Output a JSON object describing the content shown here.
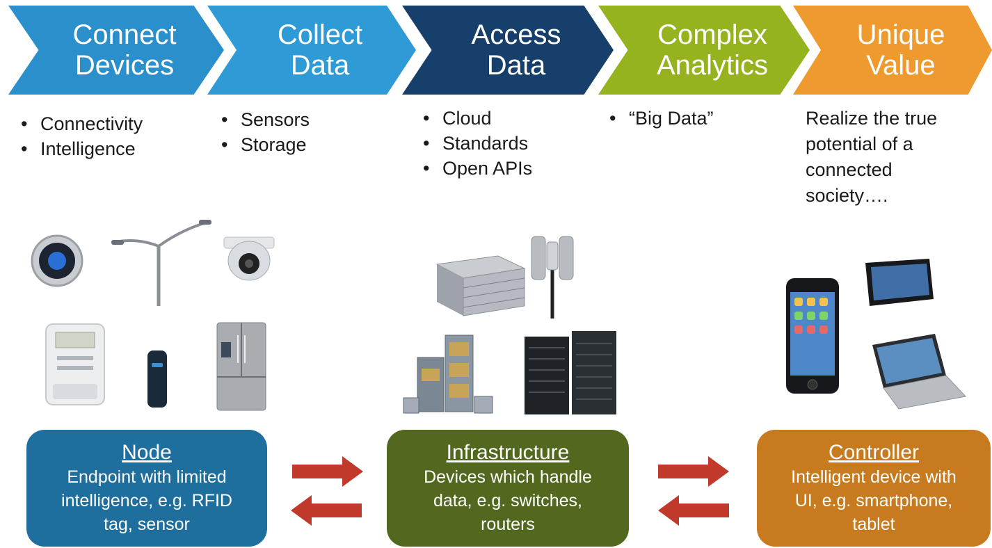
{
  "stages": [
    {
      "line1": "Connect",
      "line2": "Devices",
      "color": "#2b8fcb"
    },
    {
      "line1": "Collect",
      "line2": "Data",
      "color": "#2f9bd6"
    },
    {
      "line1": "Access",
      "line2": "Data",
      "color": "#173f6b"
    },
    {
      "line1": "Complex",
      "line2": "Analytics",
      "color": "#94b31f"
    },
    {
      "line1": "Unique",
      "line2": "Value",
      "color": "#ef9a2e"
    }
  ],
  "bullets": {
    "connect": [
      "Connectivity",
      "Intelligence"
    ],
    "collect": [
      "Sensors",
      "Storage"
    ],
    "access": [
      "Cloud",
      "Standards",
      "Open APIs"
    ],
    "analytics": [
      "“Big Data”"
    ]
  },
  "value_text": [
    "Realize the true",
    "potential of a",
    "connected",
    "society…."
  ],
  "boxes": {
    "node": {
      "title": "Node",
      "lines": [
        "Endpoint with limited",
        "intelligence, e.g. RFID",
        "tag, sensor"
      ],
      "color": "#1f6f9e"
    },
    "infrastructure": {
      "title": "Infrastructure",
      "lines": [
        "Devices which handle",
        "data, e.g. switches,",
        "routers"
      ],
      "color": "#52681f"
    },
    "controller": {
      "title": "Controller",
      "lines": [
        "Intelligent device with",
        "UI, e.g. smartphone,",
        "tablet"
      ],
      "color": "#c77a1e"
    }
  },
  "arrow_color": "#c0392b",
  "icons": [
    "thermostat-icon",
    "street-light-icon",
    "security-camera-icon",
    "smart-meter-icon",
    "sensor-device-icon",
    "refrigerator-icon",
    "network-switch-icon",
    "antenna-tower-icon",
    "network-chassis-icon",
    "server-rack-icon",
    "smartphone-icon",
    "tablet-icon",
    "laptop-icon"
  ]
}
